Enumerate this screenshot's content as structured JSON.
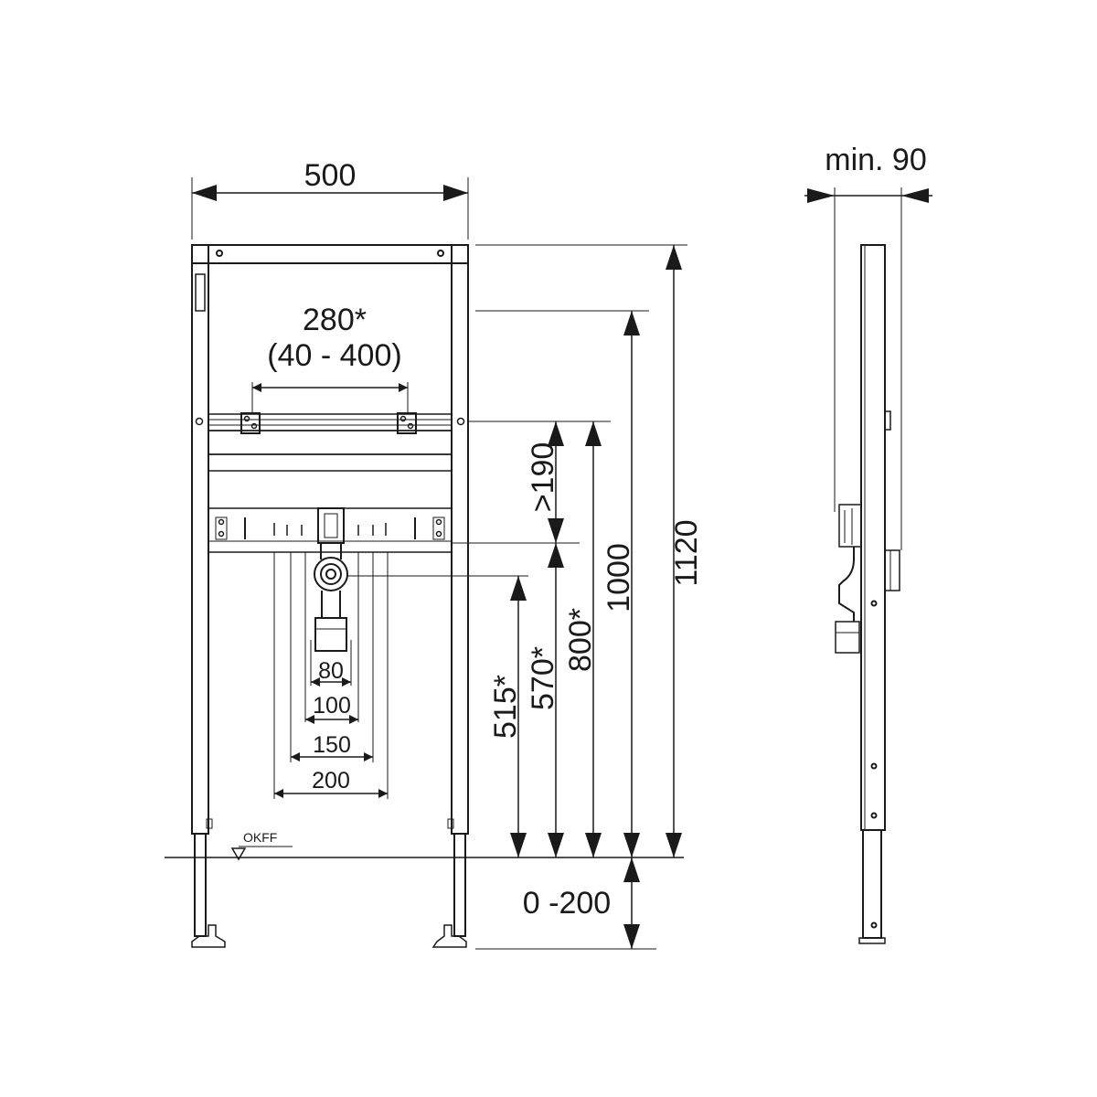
{
  "front_view": {
    "width_label": "500",
    "bracket_spacing": {
      "value": "280*",
      "range": "(40 - 400)"
    },
    "pipe_spacings": [
      "80",
      "100",
      "150",
      "200"
    ],
    "floor_marker": "OKFF"
  },
  "heights": {
    "h190": ">190",
    "h515": "515*",
    "h570": "570*",
    "h800": "800*",
    "h1000": "1000",
    "h1120": "1120",
    "foot": "0 -200"
  },
  "side_view": {
    "depth_label": "min. 90"
  },
  "colors": {
    "line": "#1a1a1a",
    "background": "#ffffff"
  }
}
